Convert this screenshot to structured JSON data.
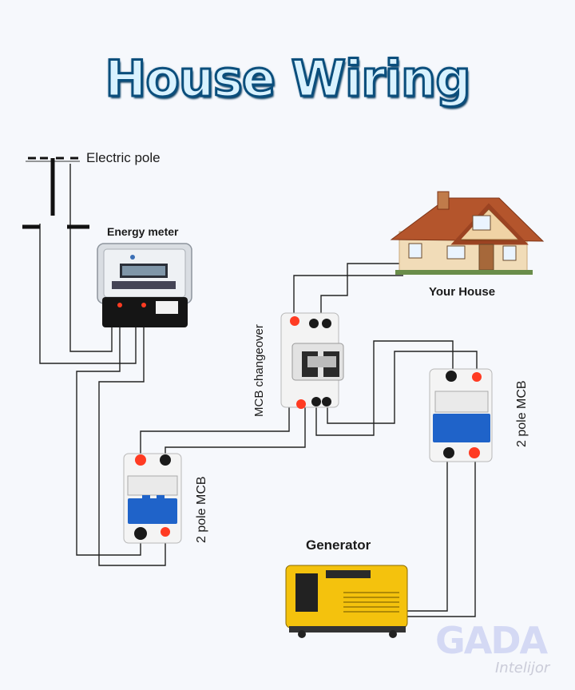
{
  "title": "House Wiring",
  "labels": {
    "pole": "Electric pole",
    "meter": "Energy meter",
    "house": "Your House",
    "changeover": "MCB changeover",
    "mcb_left": "2 pole MCB",
    "mcb_right": "2 pole MCB",
    "generator": "Generator"
  },
  "watermark": {
    "logo": "GADA",
    "sub": "Intelijor"
  },
  "colors": {
    "title_fill": "#d9f2ff",
    "title_stroke": "#0a4e7c",
    "mcb_blue": "#1f63c9",
    "terminal_red": "#ff3b22",
    "terminal_black": "#1a1a1a",
    "generator_yellow": "#f4c20d",
    "roof": "#b4552c"
  }
}
